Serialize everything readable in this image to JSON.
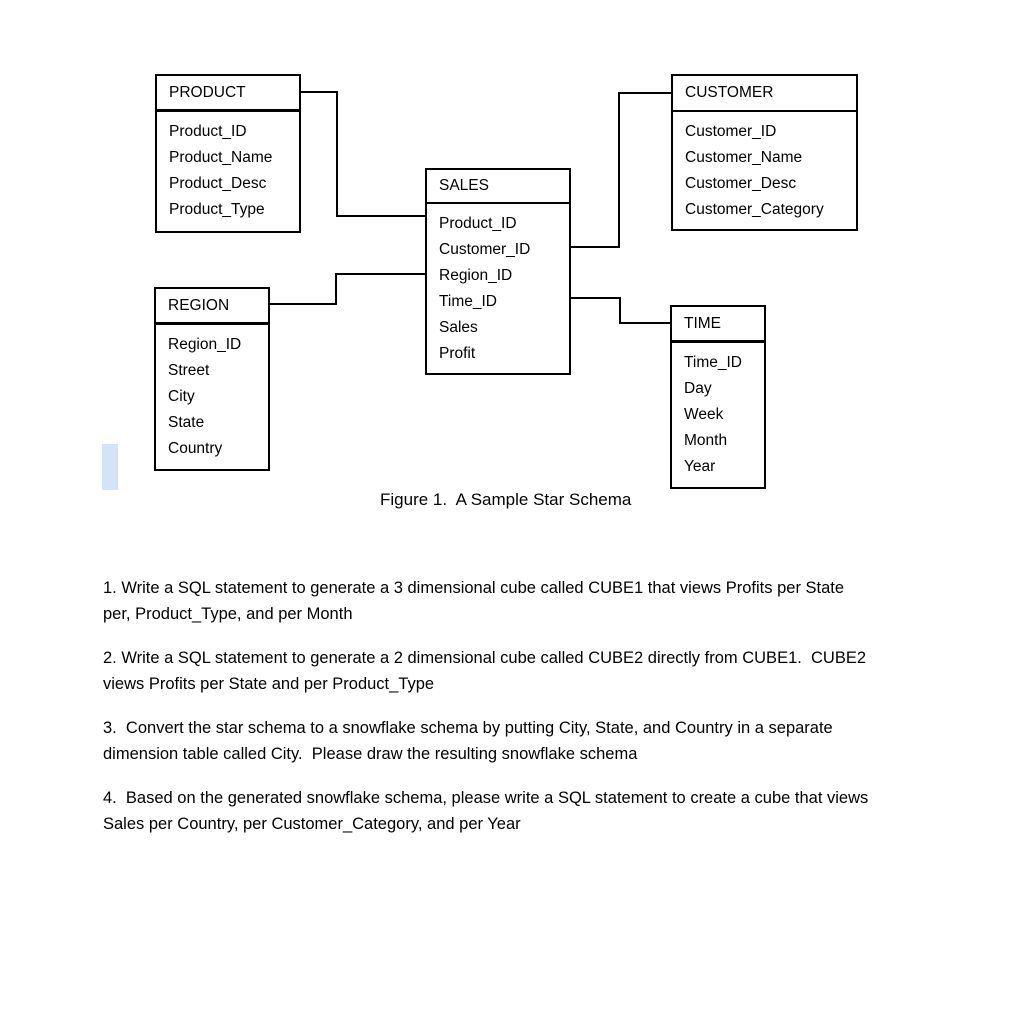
{
  "diagram": {
    "caption": "Figure 1.  A Sample Star Schema",
    "tables": [
      {
        "name": "PRODUCT",
        "fields": [
          "Product_ID",
          "Product_Name",
          "Product_Desc",
          "Product_Type"
        ]
      },
      {
        "name": "SALES",
        "fields": [
          "Product_ID",
          "Customer_ID",
          "Region_ID",
          "Time_ID",
          "Sales",
          "Profit"
        ]
      },
      {
        "name": "CUSTOMER",
        "fields": [
          "Customer_ID",
          "Customer_Name",
          "Customer_Desc",
          "Customer_Category"
        ]
      },
      {
        "name": "REGION",
        "fields": [
          "Region_ID",
          "Street",
          "City",
          "State",
          "Country"
        ]
      },
      {
        "name": "TIME",
        "fields": [
          "Time_ID",
          "Day",
          "Week",
          "Month",
          "Year"
        ]
      }
    ],
    "connections": [
      {
        "from": "PRODUCT",
        "to": "SALES"
      },
      {
        "from": "REGION",
        "to": "SALES"
      },
      {
        "from": "CUSTOMER",
        "to": "SALES"
      },
      {
        "from": "TIME",
        "to": "SALES"
      }
    ],
    "line_color": "#000000",
    "border_color": "#000000",
    "highlight_artifact_color": "#d4e4f8"
  },
  "questions": [
    {
      "lines": [
        "1. Write a SQL statement to generate a 3 dimensional cube called CUBE1 that views Profits per State",
        "per, Product_Type, and per Month"
      ]
    },
    {
      "lines": [
        "2. Write a SQL statement to generate a 2 dimensional cube called CUBE2 directly from CUBE1.  CUBE2",
        "views Profits per State and per Product_Type"
      ]
    },
    {
      "lines": [
        "3.  Convert the star schema to a snowflake schema by putting City, State, and Country in a separate",
        "dimension table called City.  Please draw the resulting snowflake schema"
      ]
    },
    {
      "lines": [
        "4.  Based on the generated snowflake schema, please write a SQL statement to create a cube that views",
        "Sales per Country, per Customer_Category, and per Year"
      ]
    }
  ]
}
